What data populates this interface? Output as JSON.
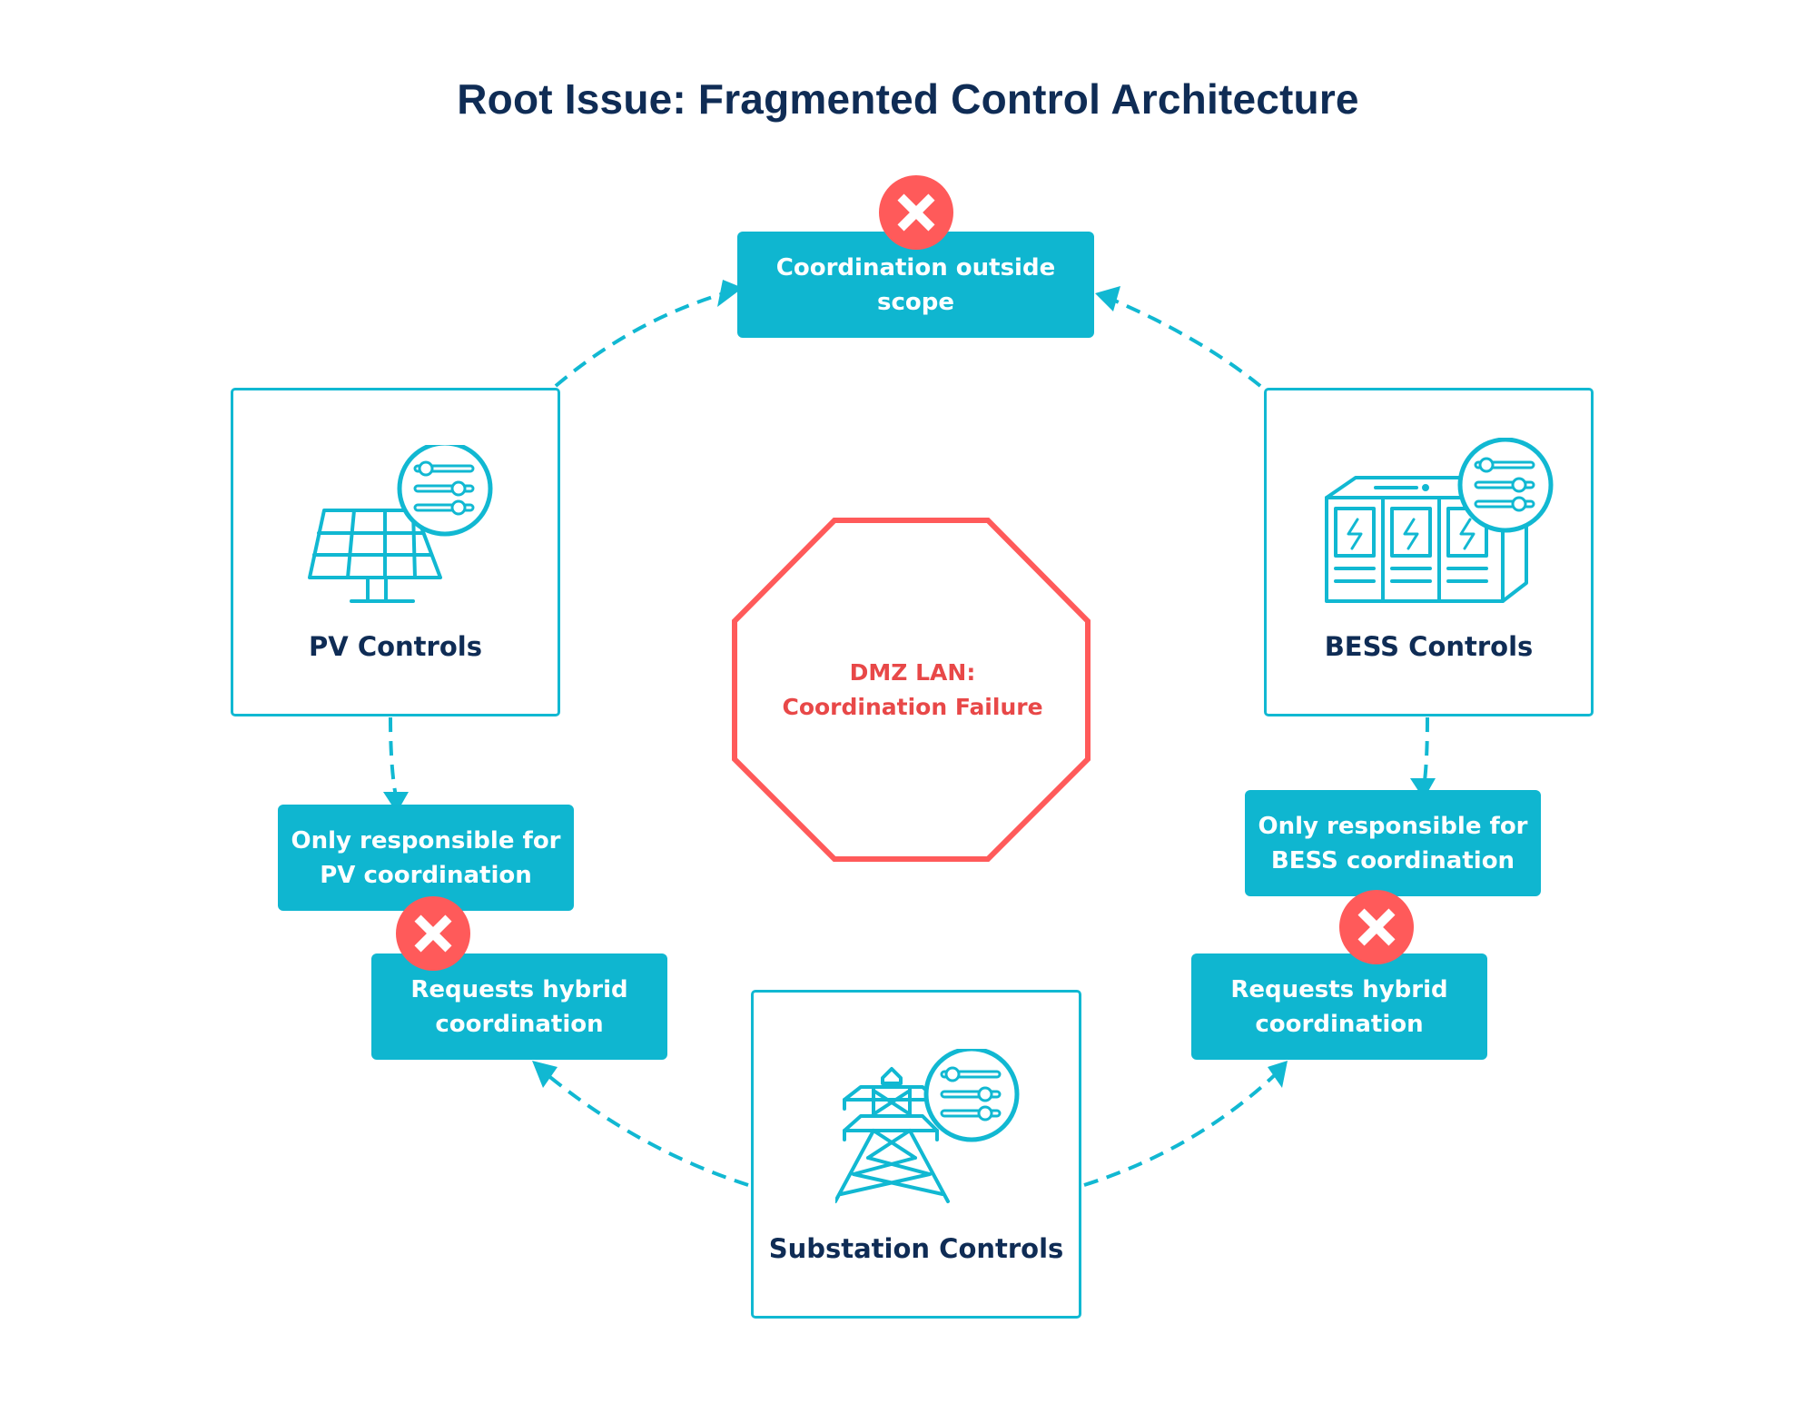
{
  "title": "Root Issue: Fragmented Control Architecture",
  "colors": {
    "accent": "#11b8d2",
    "note_fill": "#0fb6d0",
    "heading": "#0f2c55",
    "failure": "#ff5a5a",
    "failure_text": "#e84848"
  },
  "nodes": {
    "pv": {
      "label": "PV Controls",
      "icon": "solar-panel-with-sliders-icon"
    },
    "bess": {
      "label": "BESS Controls",
      "icon": "battery-storage-with-sliders-icon"
    },
    "substation": {
      "label": "Substation Controls",
      "icon": "transmission-tower-with-sliders-icon"
    }
  },
  "center": {
    "shape": "octagon",
    "line1": "DMZ LAN:",
    "line2": "Coordination Failure"
  },
  "notes": {
    "top": {
      "line1": "Coordination outside",
      "line2": "scope",
      "badge": "x-icon"
    },
    "pv_scope": {
      "line1": "Only responsible for",
      "line2": "PV coordination"
    },
    "pv_request": {
      "line1": "Requests hybrid",
      "line2": "coordination",
      "badge": "x-icon"
    },
    "bess_scope": {
      "line1": "Only responsible for",
      "line2": "BESS coordination"
    },
    "bess_request": {
      "line1": "Requests hybrid",
      "line2": "coordination",
      "badge": "x-icon"
    }
  },
  "connectors": [
    {
      "from": "PV Controls",
      "to": "Coordination outside scope",
      "style": "dashed-arrow"
    },
    {
      "from": "BESS Controls",
      "to": "Coordination outside scope",
      "style": "dashed-arrow"
    },
    {
      "from": "PV Controls",
      "to": "Only responsible for PV coordination",
      "style": "dashed-arrow"
    },
    {
      "from": "BESS Controls",
      "to": "Only responsible for BESS coordination",
      "style": "dashed-arrow"
    },
    {
      "from": "Substation Controls",
      "to": "Requests hybrid coordination (PV)",
      "style": "dashed-arrow"
    },
    {
      "from": "Substation Controls",
      "to": "Requests hybrid coordination (BESS)",
      "style": "dashed-arrow"
    }
  ]
}
